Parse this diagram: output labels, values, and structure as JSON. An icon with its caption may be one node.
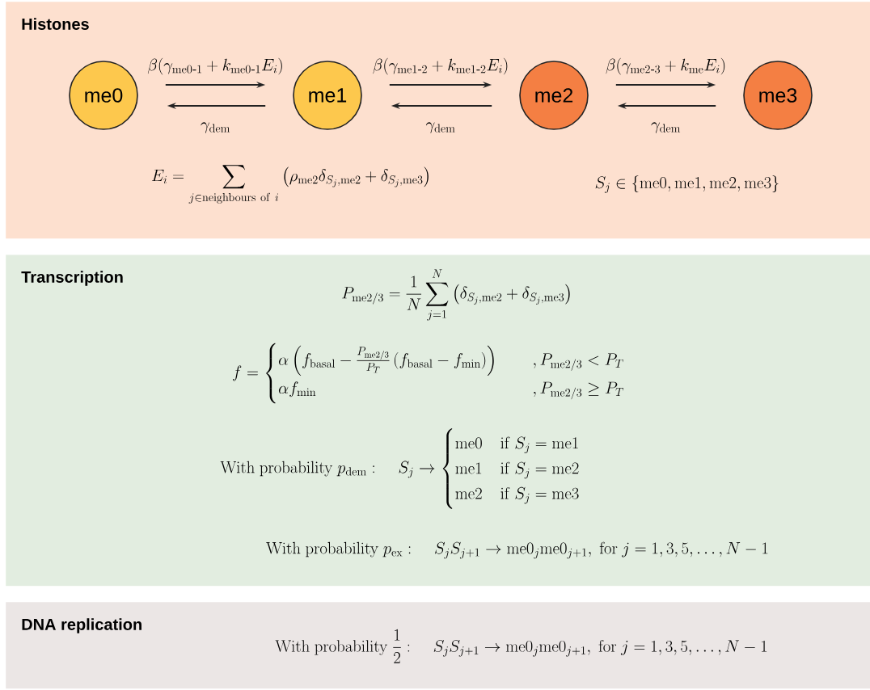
{
  "diagram": {
    "nodes": [
      {
        "text": [
          "Histones"
        ]
      },
      {
        "text": [
          "me0"
        ],
        "in": 0
      },
      {
        "text": [
          "me1"
        ],
        "in": 0
      },
      {
        "text": [
          "me2"
        ],
        "in": 0
      },
      {
        "text": [
          "me3"
        ],
        "in": 0
      },
      {
        "text": [
          "Transcription"
        ]
      },
      {
        "text": [
          "DNA replication"
        ]
      }
    ],
    "edges": [
      {
        "from": 1,
        "to": 2,
        "arrow": "to",
        "label": "\\beta(\\gamma_{\\mathrm{me0\\text{-}1}} + k_{\\mathrm{me0\\text{-}1}}E_i)"
      },
      {
        "from": 2,
        "to": 1,
        "arrow": "to",
        "label": "\\gamma_{\\mathrm{dem}}"
      },
      {
        "from": 2,
        "to": 3,
        "arrow": "to",
        "label": "\\beta(\\gamma_{\\mathrm{me1\\text{-}2}} + k_{\\mathrm{me1\\text{-}2}}E_i)"
      },
      {
        "from": 3,
        "to": 2,
        "arrow": "to",
        "label": "\\gamma_{\\mathrm{dem}}"
      },
      {
        "from": 3,
        "to": 4,
        "arrow": "to",
        "label": "\\beta(\\gamma_{\\mathrm{me2\\text{-}3}} + k_{\\mathrm{me}}E_i)"
      },
      {
        "from": 4,
        "to": 3,
        "arrow": "to",
        "label": "\\gamma_{\\mathrm{dem}}"
      }
    ],
    "labels": [
      "E_i = \\sum_{j\\in\\mathrm{neighbours\\ of}\\ i} \\left(\\rho_{\\mathrm{me2}}\\delta_{S_j,\\mathrm{me2}} + \\delta_{S_j,\\mathrm{me3}}\\right)",
      "S_j \\in \\{\\mathrm{me0},\\mathrm{me1},\\mathrm{me2},\\mathrm{me3}\\}",
      "P_{\\mathrm{me2/3}} = \\frac{1}{N}\\sum_{j=1}^{N}\\left(\\delta_{S_j,\\mathrm{me2}}+\\delta_{S_j,\\mathrm{me3}}\\right)",
      "f = \\begin{cases} \\alpha\\left(f_{\\mathrm{basal}} - \\tfrac{P_{\\mathrm{me2/3}}}{P_T}\\left(f_{\\mathrm{basal}}-f_{\\mathrm{min}}\\right)\\right) & \\quad ,P_{\\mathrm{me2/3}}<P_T\\\\ \\alpha f_{\\mathrm{min}} & \\quad ,P_{\\mathrm{me2/3}}\\geq P_T\\end{cases}",
      "\\mathrm{With\\ probability}\\ p_{\\mathrm{dem}}:\\quad S_j \\to \\begin{cases}\\mathrm{me0} & \\mathrm{if}\\ S_j=\\mathrm{me1}\\\\ \\mathrm{me1} & \\mathrm{if}\\ S_j=\\mathrm{me2}\\\\ \\mathrm{me2} & \\mathrm{if}\\ S_j=\\mathrm{me3}\\end{cases}",
      "\\mathrm{With\\ probability}\\ p_{\\mathrm{ex}}:\\quad S_jS_{j+1}\\to\\mathrm{me0}_j\\mathrm{me0}_{j+1},\\ \\mathrm{for}\\ j=1,3,5,\\ldots,N-1",
      "\\mathrm{With\\ probability}\\ \\frac{1}{2}:\\quad S_jS_{j+1}\\to\\mathrm{me0}_j\\mathrm{me0}_{j+1},\\ \\mathrm{for}\\ j=1,3,5,\\ldots,N-1"
    ]
  }
}
